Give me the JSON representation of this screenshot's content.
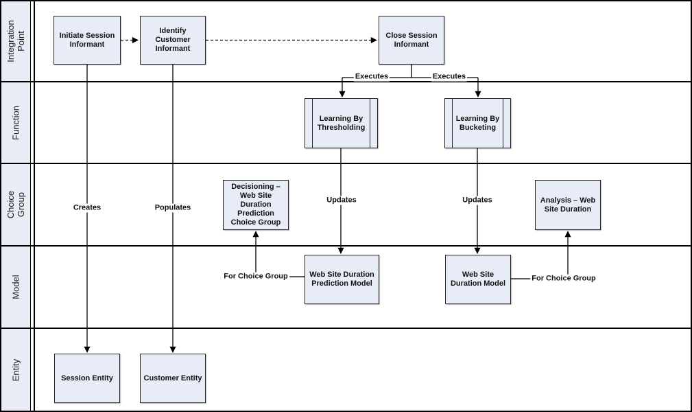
{
  "colors": {
    "node_fill": "#e7ecf6",
    "lane_fill": "#e9ecf5",
    "line": "#000000",
    "background": "#ffffff"
  },
  "lanes": [
    {
      "label": "Integration\nPoint"
    },
    {
      "label": "Function"
    },
    {
      "label": "Choice Group"
    },
    {
      "label": "Model"
    },
    {
      "label": "Entity"
    }
  ],
  "nodes": {
    "initiate_session": {
      "label": "Initiate Session\nInformant",
      "type": "integration-point"
    },
    "identify_customer": {
      "label": "Identify\nCustomer\nInformant",
      "type": "integration-point"
    },
    "close_session": {
      "label": "Close Session\nInformant",
      "type": "integration-point"
    },
    "learning_by_thresholding": {
      "label": "Learning By\nThresholding",
      "type": "function"
    },
    "learning_by_bucketing": {
      "label": "Learning By\nBucketing",
      "type": "function"
    },
    "decisioning_choice_group": {
      "label": "Decisioning –\nWeb Site\nDuration\nPrediction\nChoice Group",
      "type": "choice-group"
    },
    "analysis_web_site_duration": {
      "label": "Analysis – Web\nSite Duration",
      "type": "choice-group"
    },
    "web_site_duration_prediction_model": {
      "label": "Web Site Duration\nPrediction Model",
      "type": "model"
    },
    "web_site_duration_model": {
      "label": "Web Site\nDuration Model",
      "type": "model"
    },
    "session_entity": {
      "label": "Session Entity",
      "type": "entity"
    },
    "customer_entity": {
      "label": "Customer Entity",
      "type": "entity"
    }
  },
  "edge_labels": {
    "executes_left": "Executes",
    "executes_right": "Executes",
    "creates": "Creates",
    "populates": "Populates",
    "updates_left": "Updates",
    "updates_right": "Updates",
    "for_choice_group_left": "For Choice Group",
    "for_choice_group_right": "For Choice Group"
  }
}
